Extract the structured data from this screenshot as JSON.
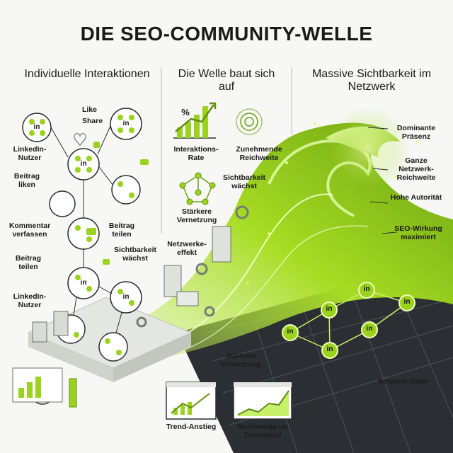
{
  "title": "DIE SEO-COMMUNITY-WELLE",
  "columns": {
    "left": "Individuelle Interaktionen",
    "middle": "Die Welle baut sich auf",
    "right": "Massive Sichtbarkeit im Netzwerk"
  },
  "left_labels": {
    "like": "Like",
    "share": "Share",
    "linkedin_user_1": "LinkedIn-Nutzer",
    "post_like": "Beitrag liken",
    "comment": "Kommentar verfassen",
    "post_share_1": "Beitrag teilen",
    "post_share_2": "Beitrag teilen",
    "visibility_grows": "Sichtbarkeit wächst",
    "linkedin_user_2": "LinkedIn-Nutzer"
  },
  "middle_labels": {
    "percent": "%",
    "interaction_rate": "Interaktions-Rate",
    "increasing_reach": "Zunehmende Reichweite",
    "visibility_grows": "Sichtbarkeit wächst",
    "stronger_network_1": "Stärkere Vernetzung",
    "network_effect": "Netzwerke-effekt",
    "stronger_network_2": "Stärkere Vernetzung",
    "trend_rise": "Trend-Anstieg",
    "reach_over_time": "Reichweite im Zeitverlauf"
  },
  "right_labels": {
    "dominant_presence": "Dominante Präsenz",
    "whole_network_reach": "Ganze Netzwerk-Reichweite",
    "high_authority": "Hohe Autorität",
    "seo_maximized": "SEO-Wirkung maximiert",
    "network_grid": "Network-Gitter"
  },
  "node_badge": "in",
  "colors": {
    "accent": "#9bd21f",
    "accent_dark": "#5f8f10",
    "ink": "#1a1a1a",
    "grid": "#2b2f33"
  }
}
